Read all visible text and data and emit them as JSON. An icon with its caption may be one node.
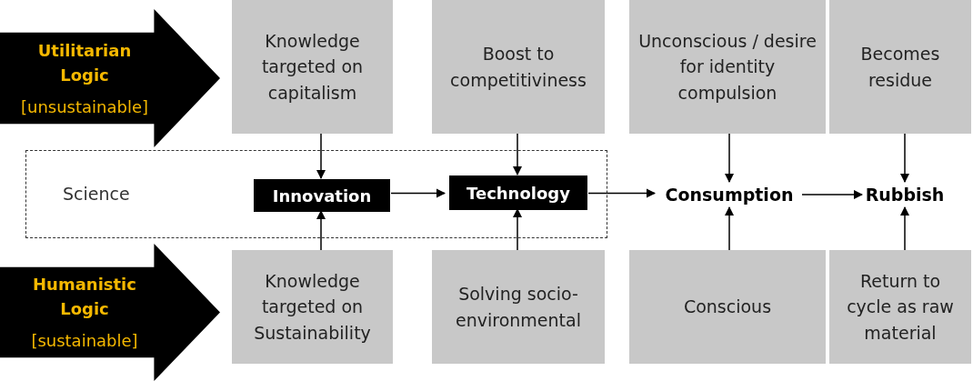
{
  "diagram": {
    "nodes": [
      {
        "text": [
          "Utilitarian Logic",
          "[unsustainable]"
        ]
      },
      {
        "text": [
          "Knowledge targeted on capitalism"
        ]
      },
      {
        "text": [
          "Boost to competitiviness"
        ]
      },
      {
        "text": [
          "Unconscious / desire for identity compulsion"
        ]
      },
      {
        "text": [
          "Becomes residue"
        ]
      },
      {
        "text": [
          "Science"
        ]
      },
      {
        "text": [
          "Innovation"
        ],
        "in": 5
      },
      {
        "text": [
          "Technology"
        ],
        "in": 5
      },
      {
        "text": [
          "Consumption"
        ]
      },
      {
        "text": [
          "Rubbish"
        ]
      },
      {
        "text": [
          "Humanistic Logic",
          "[sustainable]"
        ]
      },
      {
        "text": [
          "Knowledge targeted on Sustainability"
        ]
      },
      {
        "text": [
          "Solving socio-environmental"
        ]
      },
      {
        "text": [
          "Conscious"
        ]
      },
      {
        "text": [
          "Return to cycle as raw material"
        ]
      }
    ],
    "edges": [
      {
        "from": 1,
        "to": 6,
        "arrow": "to"
      },
      {
        "from": 2,
        "to": 7,
        "arrow": "to"
      },
      {
        "from": 3,
        "to": 8,
        "arrow": "to"
      },
      {
        "from": 4,
        "to": 9,
        "arrow": "to"
      },
      {
        "from": 11,
        "to": 6,
        "arrow": "to"
      },
      {
        "from": 12,
        "to": 7,
        "arrow": "to"
      },
      {
        "from": 13,
        "to": 8,
        "arrow": "to"
      },
      {
        "from": 14,
        "to": 9,
        "arrow": "to"
      },
      {
        "from": 6,
        "to": 7,
        "arrow": "to"
      },
      {
        "from": 7,
        "to": 8,
        "arrow": "to"
      },
      {
        "from": 8,
        "to": 9,
        "arrow": "to"
      }
    ]
  }
}
